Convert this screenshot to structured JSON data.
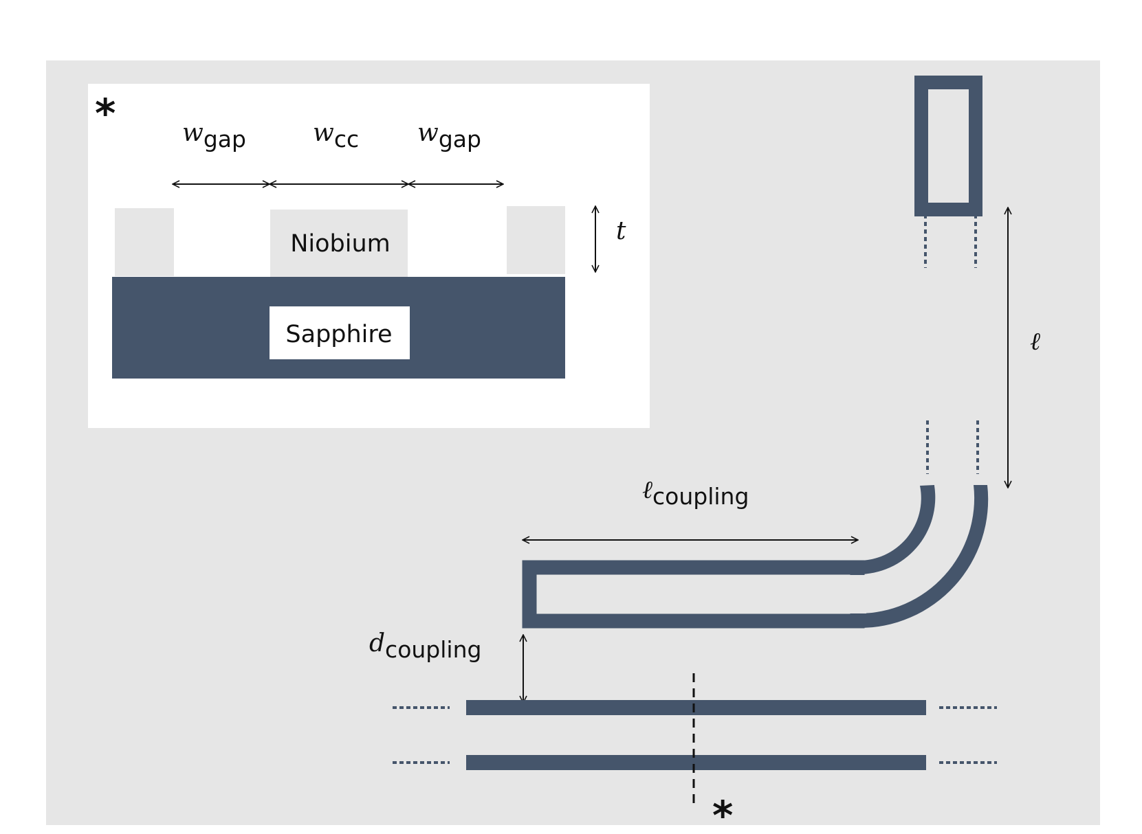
{
  "inset": {
    "marker": "*",
    "w_gap_left": {
      "main": "w",
      "sub": "gap"
    },
    "w_cc": {
      "main": "w",
      "sub": "cc"
    },
    "w_gap_right": {
      "main": "w",
      "sub": "gap"
    },
    "thickness": "t",
    "niobium_label": "Niobium",
    "sapphire_label": "Sapphire"
  },
  "resonator": {
    "length": "ℓ",
    "l_coupling": {
      "main": "ℓ",
      "sub": "coupling"
    },
    "d_coupling": {
      "main": "d",
      "sub": "coupling"
    }
  },
  "cut_marker": "*",
  "colors": {
    "background_panel": "#e6e6e6",
    "metal": "#45556b",
    "inset_background": "#ffffff",
    "niobium_fill": "#e6e6e6"
  }
}
